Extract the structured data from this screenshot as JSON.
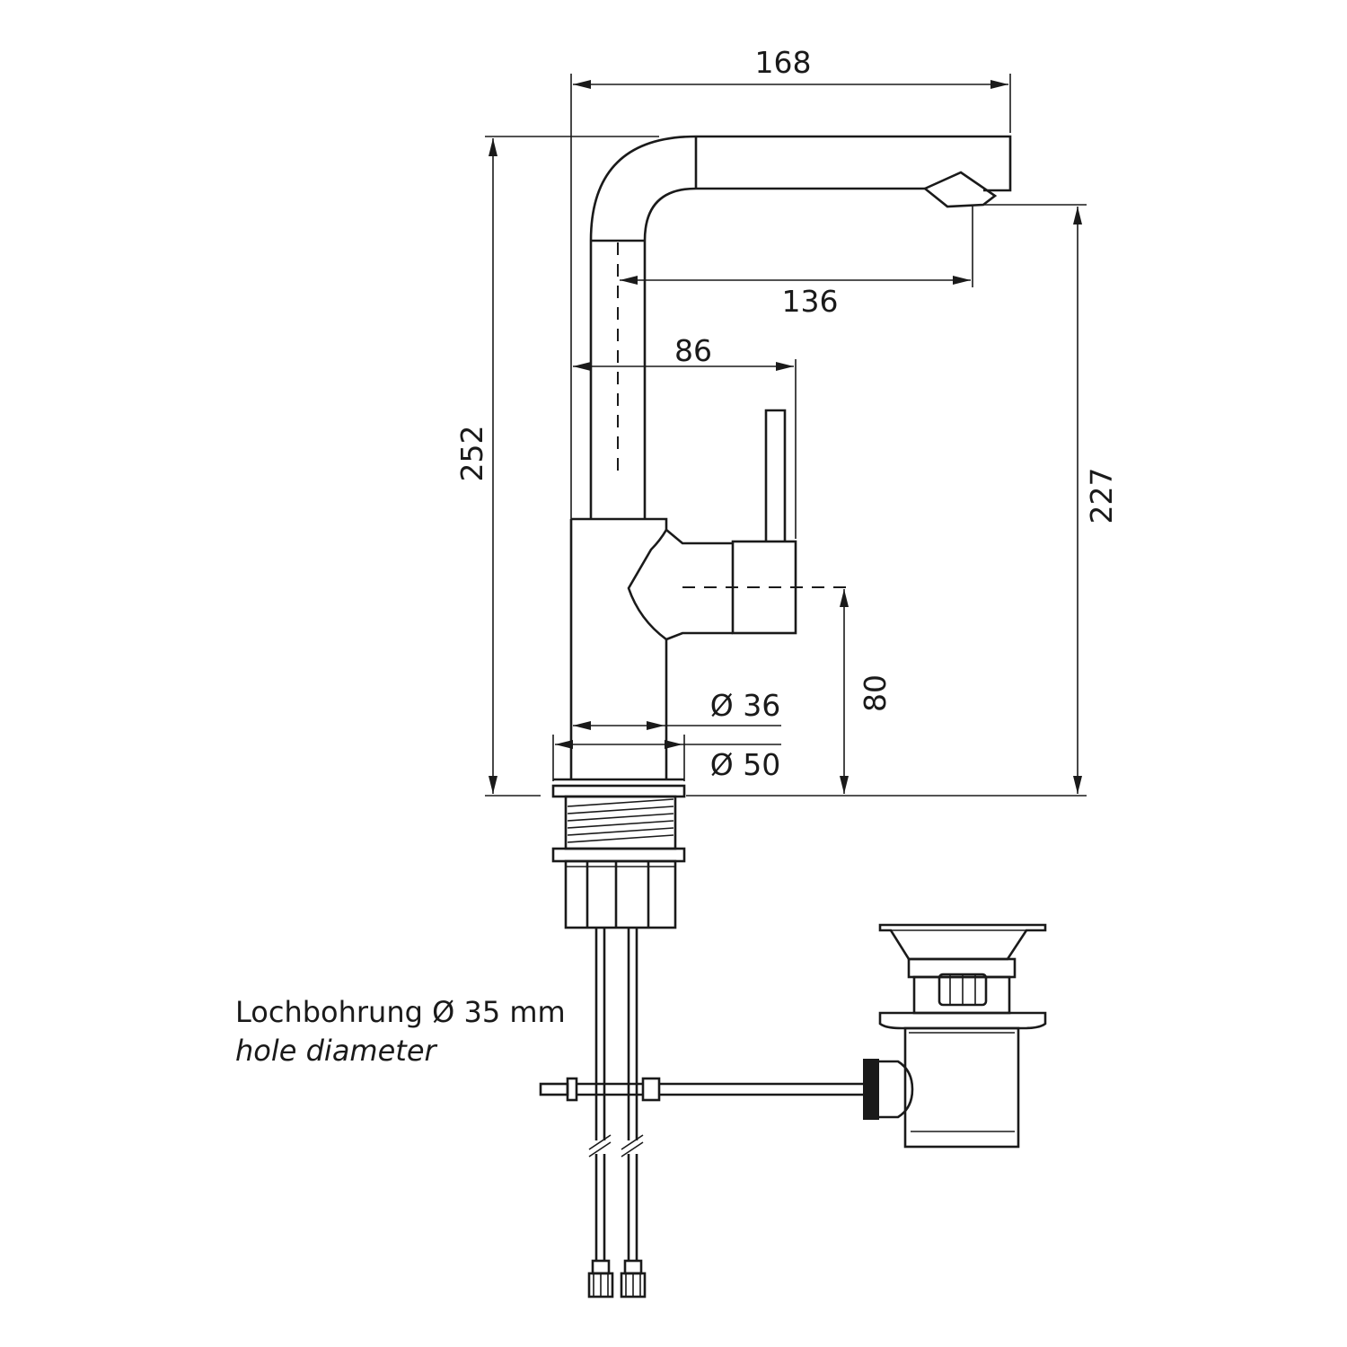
{
  "dimensions": {
    "total_reach": "168",
    "spout_reach": "136",
    "lever_reach": "86",
    "total_height": "252",
    "spout_height": "227",
    "lever_height": "80",
    "body_diameter": "Ø 36",
    "base_diameter": "Ø 50"
  },
  "note": {
    "hole_label": "Lochbohrung Ø 35 mm",
    "hole_label_en": "hole diameter"
  },
  "colors": {
    "line": "#1a1a1a",
    "background": "#ffffff"
  }
}
